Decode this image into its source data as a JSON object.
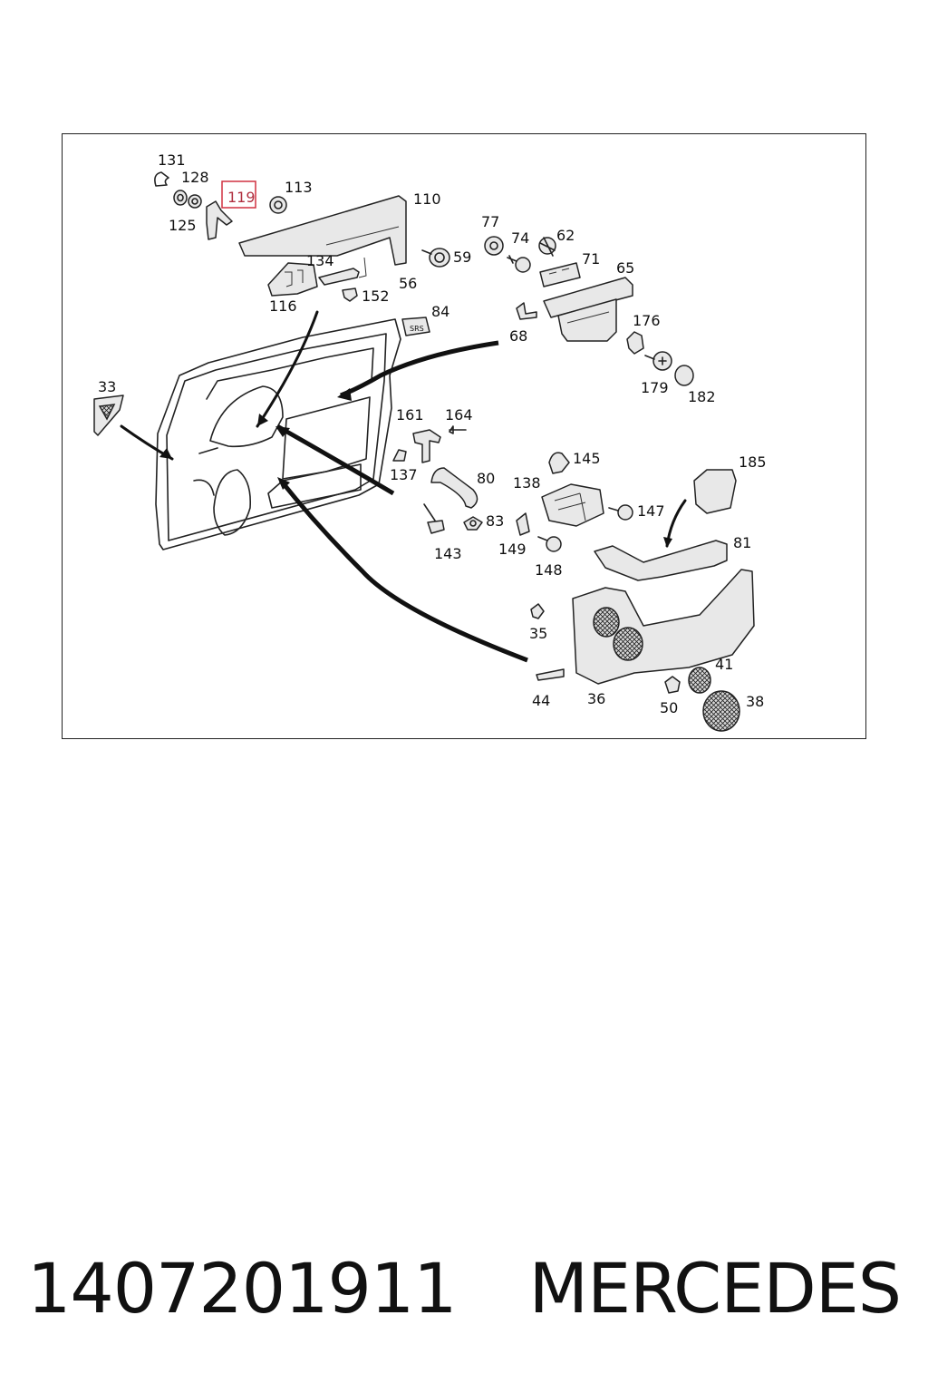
{
  "diagram": {
    "callouts": {
      "c131": "131",
      "c128": "128",
      "c119": "119",
      "c113": "113",
      "c110": "110",
      "c125": "125",
      "c134": "134",
      "c56": "56",
      "c152": "152",
      "c116": "116",
      "c77": "77",
      "c74": "74",
      "c62": "62",
      "c59": "59",
      "c71": "71",
      "c65": "65",
      "c84": "84",
      "c68": "68",
      "c176": "176",
      "c179": "179",
      "c182": "182",
      "c33": "33",
      "c161": "161",
      "c164": "164",
      "c137": "137",
      "c80": "80",
      "c145": "145",
      "c185": "185",
      "c138": "138",
      "c147": "147",
      "c83": "83",
      "c143": "143",
      "c149": "149",
      "c148": "148",
      "c81": "81",
      "c35": "35",
      "c41": "41",
      "c44": "44",
      "c36": "36",
      "c50": "50",
      "c38": "38"
    },
    "sars_text": "SRS",
    "highlight_color": "#d03040"
  },
  "caption": {
    "part_number": "1407201911",
    "brand": "MERCEDES"
  }
}
